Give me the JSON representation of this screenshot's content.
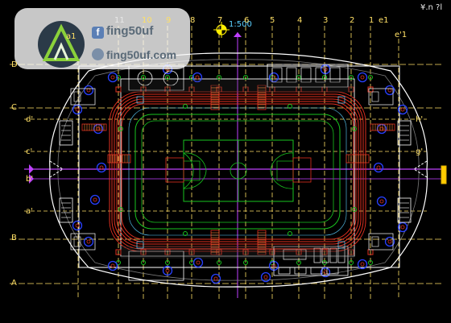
{
  "watermark": {
    "facebook_text": "fing50uf",
    "website_text": "fing50uf.com"
  },
  "top_axis_numbers": [
    "10",
    "9",
    "8",
    "7",
    "6",
    "5",
    "4",
    "3",
    "2",
    "1"
  ],
  "top_extras": [
    "11",
    "e1",
    "e'1",
    "a1"
  ],
  "left_axis_labels": [
    "D",
    "C",
    "d'",
    "c'",
    "b'",
    "a'",
    "B",
    "A"
  ],
  "right_axis_labels": [
    "h'",
    "g'"
  ],
  "scale_label": "1:500",
  "title_corner": "¥.n ?l",
  "colors": {
    "axis": "#ffe066",
    "structure": "#ffffff",
    "track": "#e03020",
    "court": "#19c41f",
    "cyan": "#5bd0ff",
    "magenta": "#c040ff",
    "blue": "#2840ff",
    "grey": "#7a7a7a"
  }
}
